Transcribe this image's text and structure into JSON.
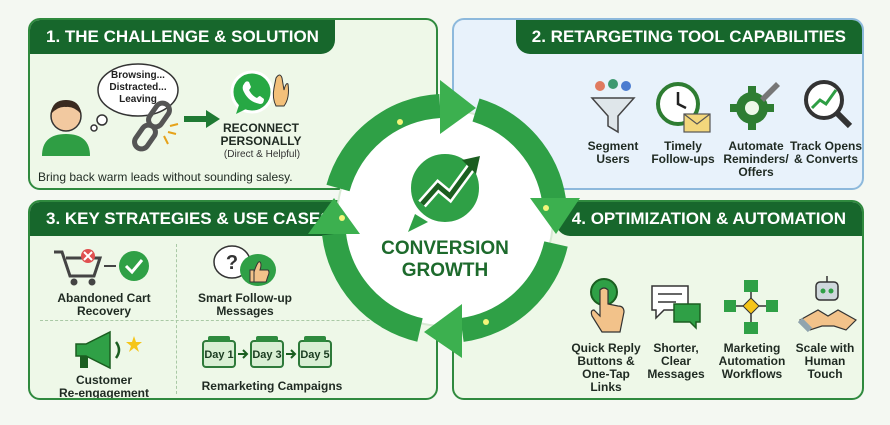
{
  "panel1": {
    "title": "1. THE CHALLENGE & SOLUTION",
    "thought_lines": [
      "Browsing...",
      "Distracted...",
      "Leaving"
    ],
    "reconnect_title_1": "RECONNECT",
    "reconnect_title_2": "PERSONALLY",
    "reconnect_sub": "(Direct & Helpful)",
    "footer": "Bring back warm leads without sounding salesy."
  },
  "panel2": {
    "title": "2. RETARGETING TOOL CAPABILITIES",
    "items": [
      {
        "l1": "Segment",
        "l2": "Users",
        "l3": "",
        "icon": "funnel-icon"
      },
      {
        "l1": "Timely",
        "l2": "Follow-ups",
        "l3": "",
        "icon": "clock-envelope-icon"
      },
      {
        "l1": "Automate",
        "l2": "Reminders/",
        "l3": "Offers",
        "icon": "gear-wrench-icon"
      },
      {
        "l1": "Track Opens",
        "l2": "& Converts",
        "l3": "",
        "icon": "magnifier-chart-icon"
      }
    ]
  },
  "panel3": {
    "title": "3. KEY STRATEGIES & USE CASES",
    "abandoned_1": "Abandoned Cart",
    "abandoned_2": "Recovery",
    "smart_1": "Smart Follow-up",
    "smart_2": "Messages",
    "customer_1": "Customer",
    "customer_2": "Re-engagement",
    "days": [
      "Day 1",
      "Day 3",
      "Day 5"
    ],
    "remarketing": "Remarketing Campaigns"
  },
  "panel4": {
    "title": "4. OPTIMIZATION & AUTOMATION",
    "items": [
      {
        "lines": [
          "Quick Reply",
          "Buttons &",
          "One-Tap",
          "Links"
        ],
        "icon": "tap-button-icon"
      },
      {
        "lines": [
          "Shorter,",
          "Clear",
          "Messages"
        ],
        "icon": "chat-bubbles-icon"
      },
      {
        "lines": [
          "Marketing",
          "Automation",
          "Workflows"
        ],
        "icon": "workflow-icon"
      },
      {
        "lines": [
          "Scale with",
          "Human",
          "Touch"
        ],
        "icon": "robot-handshake-icon"
      }
    ]
  },
  "center": {
    "line1": "CONVERSION",
    "line2": "GROWTH"
  },
  "colors": {
    "dark_green": "#17672c",
    "green": "#2fa046",
    "light_blue": "#e8f2fb"
  }
}
